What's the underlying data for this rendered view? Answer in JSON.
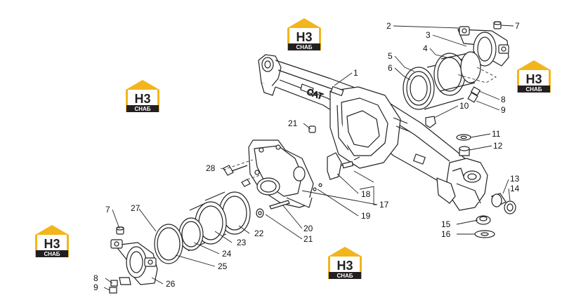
{
  "watermark": {
    "brand_top": "Н3",
    "brand_bottom": "СНАБ",
    "colors": {
      "yellow": "#f2b51c",
      "dark": "#231f20",
      "white": "#ffffff"
    }
  },
  "casting_mark": "CAT",
  "callouts": [
    {
      "id": "2",
      "text": "2"
    },
    {
      "id": "3",
      "text": "3"
    },
    {
      "id": "4",
      "text": "4"
    },
    {
      "id": "5",
      "text": "5"
    },
    {
      "id": "6",
      "text": "6"
    },
    {
      "id": "7a",
      "text": "7"
    },
    {
      "id": "1",
      "text": "1"
    },
    {
      "id": "8a",
      "text": "8"
    },
    {
      "id": "9a",
      "text": "9"
    },
    {
      "id": "10",
      "text": "10"
    },
    {
      "id": "11",
      "text": "11"
    },
    {
      "id": "12",
      "text": "12"
    },
    {
      "id": "21a",
      "text": "21"
    },
    {
      "id": "28",
      "text": "28"
    },
    {
      "id": "13",
      "text": "13"
    },
    {
      "id": "14",
      "text": "14"
    },
    {
      "id": "18",
      "text": "18"
    },
    {
      "id": "17",
      "text": "17"
    },
    {
      "id": "19",
      "text": "19"
    },
    {
      "id": "15",
      "text": "15"
    },
    {
      "id": "16",
      "text": "16"
    },
    {
      "id": "7b",
      "text": "7"
    },
    {
      "id": "27",
      "text": "27"
    },
    {
      "id": "20",
      "text": "20"
    },
    {
      "id": "21b",
      "text": "21"
    },
    {
      "id": "22",
      "text": "22"
    },
    {
      "id": "23",
      "text": "23"
    },
    {
      "id": "24",
      "text": "24"
    },
    {
      "id": "25",
      "text": "25"
    },
    {
      "id": "8b",
      "text": "8"
    },
    {
      "id": "9b",
      "text": "9"
    },
    {
      "id": "26",
      "text": "26"
    }
  ]
}
